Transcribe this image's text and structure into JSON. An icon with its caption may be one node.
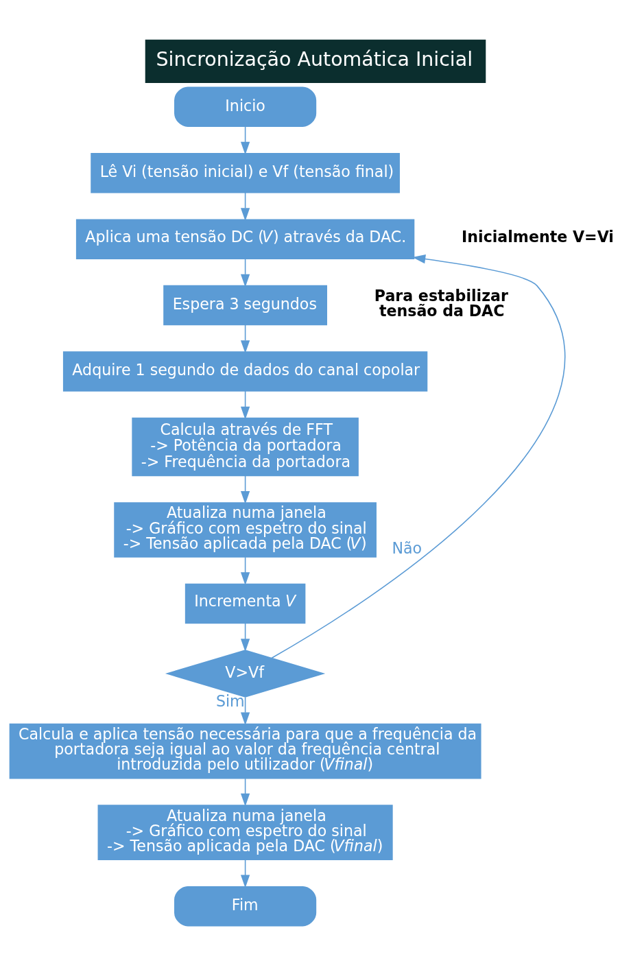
{
  "diagram": {
    "title": "Sincronização Automática Inicial",
    "nodes": [
      {
        "text": [
          "Inicio"
        ]
      },
      {
        "text": [
          "Lê Vi (tensão inicial) e Vf (tensão final)"
        ]
      },
      {
        "text": [
          "Aplica uma tensão DC (*V*) através da DAC."
        ],
        "beside": [
          "Inicialmente V=Vi"
        ]
      },
      {
        "text": [
          "Espera 3 segundos"
        ],
        "beside": [
          "Para estabilizar tensão da DAC"
        ]
      },
      {
        "text": [
          "Adquire 1 segundo de dados do canal copolar"
        ]
      },
      {
        "text": [
          "Calcula através de FFT",
          "-> Potência da portadora",
          "-> Frequência da portadora"
        ]
      },
      {
        "text": [
          "Atualiza numa janela",
          "-> Gráfico com espetro do sinal",
          "-> Tensão aplicada pela DAC (*V*)"
        ]
      },
      {
        "text": [
          "Incrementa *V*"
        ]
      },
      {
        "text": [
          "V>Vf"
        ]
      },
      {
        "text": [
          "Calcula e aplica tensão necessária para que a frequência da portadora seja igual ao valor da frequência central introduzida pelo utilizador (*Vfinal*)"
        ]
      },
      {
        "text": [
          "Atualiza numa janela",
          "-> Gráfico com espetro do sinal",
          "-> Tensão aplicada pela DAC (*Vfinal*)"
        ]
      },
      {
        "text": [
          "Fim"
        ]
      }
    ],
    "edges": [
      {
        "from": 0,
        "to": 1,
        "arrow": "to"
      },
      {
        "from": 1,
        "to": 2,
        "arrow": "to"
      },
      {
        "from": 2,
        "to": 3,
        "arrow": "to"
      },
      {
        "from": 3,
        "to": 4,
        "arrow": "to"
      },
      {
        "from": 4,
        "to": 5,
        "arrow": "to"
      },
      {
        "from": 5,
        "to": 6,
        "arrow": "to"
      },
      {
        "from": 6,
        "to": 7,
        "arrow": "to"
      },
      {
        "from": 7,
        "to": 8,
        "arrow": "to"
      },
      {
        "from": 8,
        "to": 2,
        "arrow": "to",
        "label": "Não"
      },
      {
        "from": 8,
        "to": 9,
        "arrow": "to",
        "label": "Sim"
      },
      {
        "from": 9,
        "to": 10,
        "arrow": "to"
      },
      {
        "from": 10,
        "to": 11,
        "arrow": "to"
      }
    ]
  }
}
